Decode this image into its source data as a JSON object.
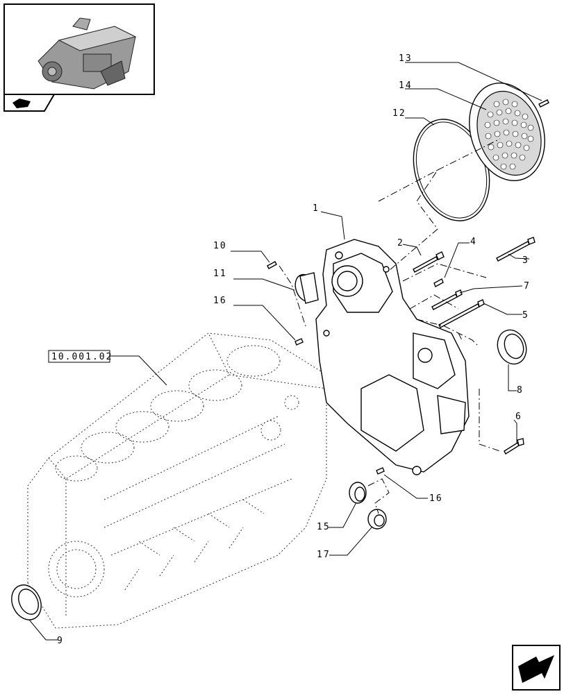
{
  "reference_label": "10.001.02",
  "callouts": [
    {
      "id": "c1",
      "text": "1"
    },
    {
      "id": "c2",
      "text": "2"
    },
    {
      "id": "c3",
      "text": "3"
    },
    {
      "id": "c4",
      "text": "4"
    },
    {
      "id": "c5",
      "text": "5"
    },
    {
      "id": "c6",
      "text": "6"
    },
    {
      "id": "c7",
      "text": "7"
    },
    {
      "id": "c8",
      "text": "8"
    },
    {
      "id": "c9",
      "text": "9"
    },
    {
      "id": "c10",
      "text": "10"
    },
    {
      "id": "c11",
      "text": "11"
    },
    {
      "id": "c12",
      "text": "12"
    },
    {
      "id": "c13",
      "text": "13"
    },
    {
      "id": "c14",
      "text": "14"
    },
    {
      "id": "c15",
      "text": "15"
    },
    {
      "id": "c16a",
      "text": "16"
    },
    {
      "id": "c16b",
      "text": "16"
    },
    {
      "id": "c17",
      "text": "17"
    }
  ],
  "icons": {
    "thumbnail": "engine-thumbnail-icon",
    "tab": "book-tab-icon",
    "nav": "next-page-arrow-icon"
  }
}
